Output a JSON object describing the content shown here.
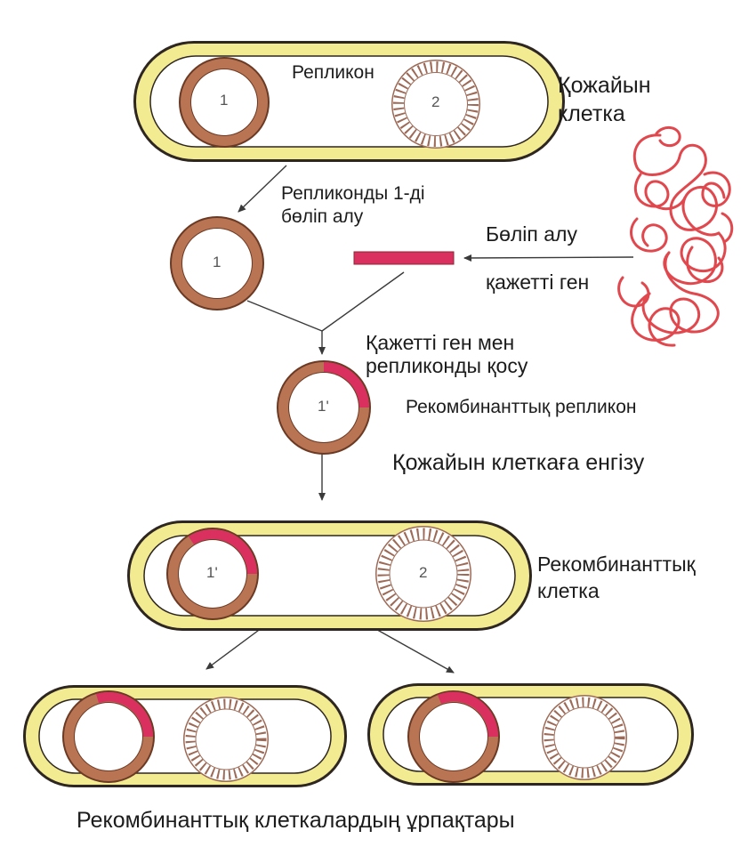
{
  "labels": {
    "replicon": "Репликон",
    "host_cell_line1": "Қожайын",
    "host_cell_line2": "клетка",
    "isolate_replicon_line1": "Репликонды 1-ді",
    "isolate_replicon_line2": "бөліп алу",
    "isolate": "Бөліп алу",
    "required_gene": "қажетті ген",
    "join_line1": "Қажетті ген мен",
    "join_line2": "репликонды қосу",
    "recombinant_replicon": "Рекомбинанттық репликон",
    "introduce_into_host": "Қожайын клеткаға енгізу",
    "recombinant_cell_line1": "Рекомбинанттық",
    "recombinant_cell_line2": "клетка",
    "offspring": "Рекомбинанттық клеткалардың ұрпақтары"
  },
  "plasmid_labels": {
    "top_p1": "1",
    "top_p2": "2",
    "isolated_p1": "1",
    "recombinant_p": "1'",
    "cell_p1": "1'",
    "cell_p2": "2"
  },
  "colors": {
    "cell_wall_outer": "#2e2620",
    "cell_wall_fill": "#f3eb92",
    "cell_inside": "#ffffff",
    "plasmid_brown": "#b87453",
    "plasmid_outline": "#6b3a24",
    "plasmid_2_stripes": "#9c6a56",
    "gene_pink": "#d9305f",
    "dna_red": "#e0484e",
    "arrow": "#3a3a3a"
  },
  "icons": {
    "dna": "tangled-dna-icon",
    "arrow": "arrow-down-icon"
  }
}
